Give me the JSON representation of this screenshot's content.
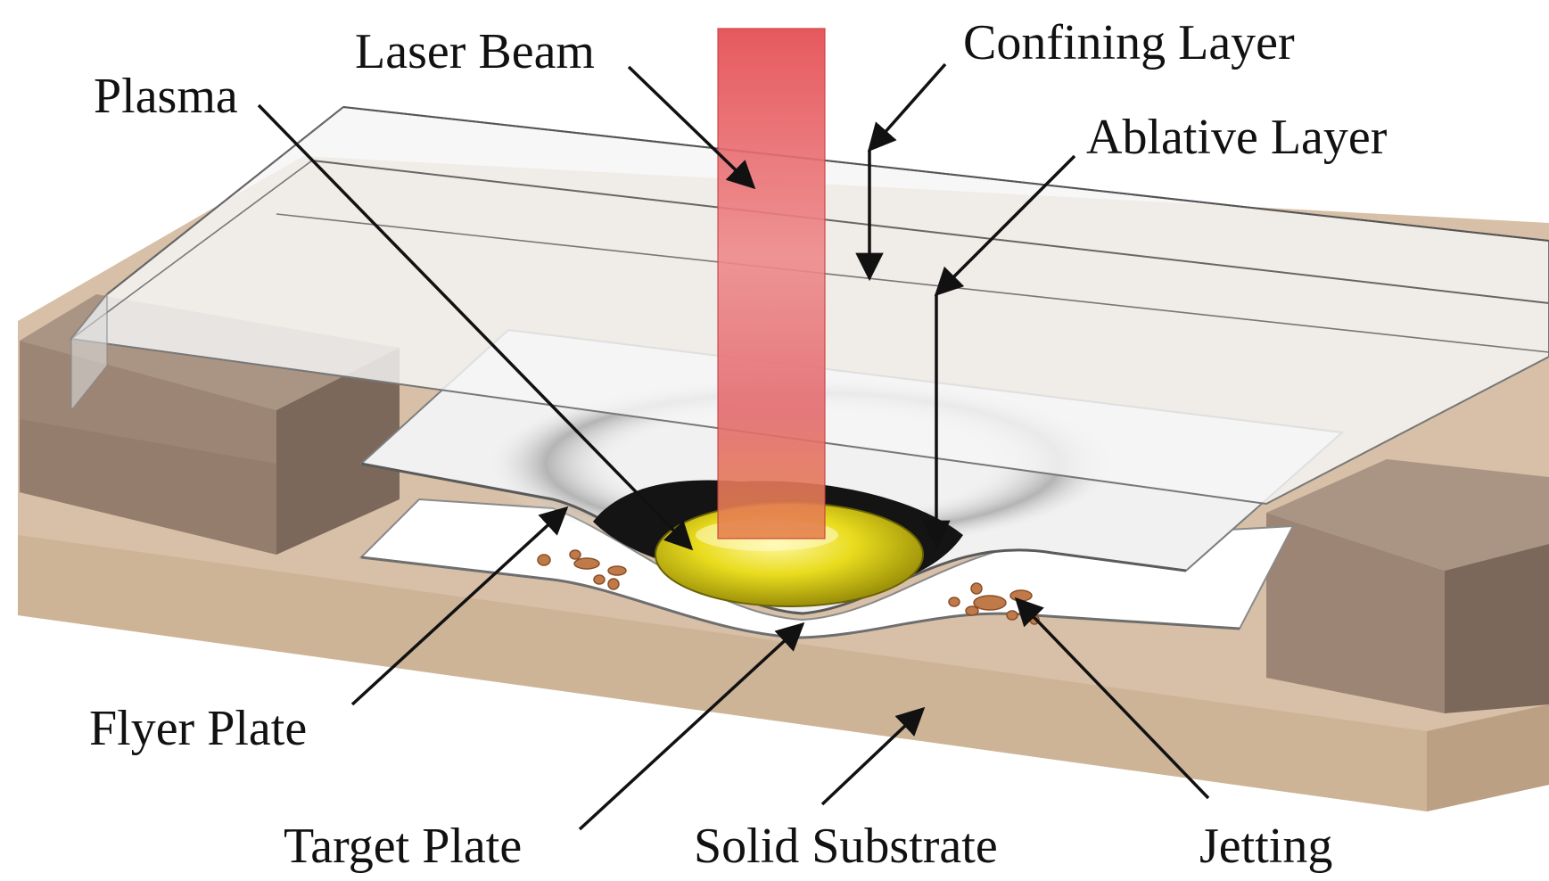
{
  "diagram": {
    "labels": {
      "laser_beam": "Laser Beam",
      "confining_layer": "Confining Layer",
      "plasma": "Plasma",
      "ablative_layer": "Ablative Layer",
      "flyer_plate": "Flyer Plate",
      "target_plate": "Target Plate",
      "solid_substrate": "Solid Substrate",
      "jetting": "Jetting"
    },
    "colors": {
      "substrate": "#d8c2aa",
      "substrate_dark": "#c2a88d",
      "support_block": "#a08978",
      "support_block_dark": "#7e6a5c",
      "confining_layer": "#f4f4f4",
      "laser_beam": "#e8565a",
      "plasma": "#e6d81a",
      "ablated_cavity": "#141414",
      "jetting_particles": "#c07a4a",
      "text": "#111111"
    }
  }
}
